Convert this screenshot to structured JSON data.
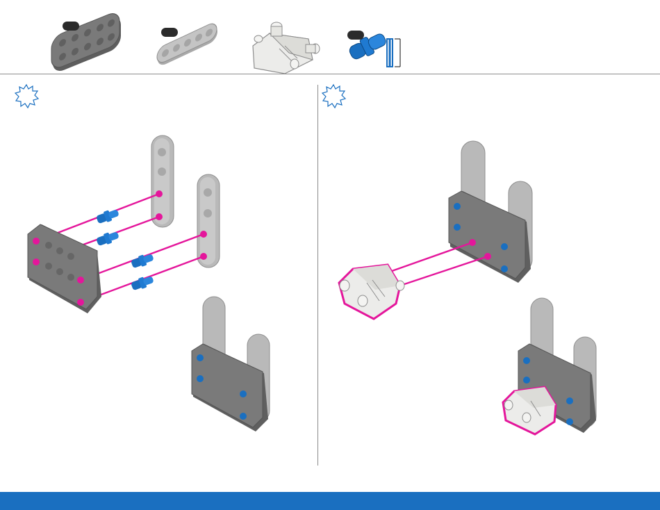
{
  "parts_list": {
    "items": [
      {
        "name": "large-gray-plate",
        "quantity": ""
      },
      {
        "name": "gray-beam",
        "quantity": ""
      },
      {
        "name": "white-corner-connector",
        "quantity": ""
      },
      {
        "name": "blue-connector-pin",
        "quantity": ""
      }
    ]
  },
  "steps": [
    {
      "name": "step-1"
    },
    {
      "name": "step-2"
    }
  ],
  "colors": {
    "accent_magenta": "#e4169b",
    "pin_blue": "#1a6fc0",
    "plate_dark_gray": "#767676",
    "beam_light_gray": "#bdbdbd",
    "connector_white": "#eeeeea",
    "footer_blue": "#1a6fc0",
    "divider_gray": "#8a8a8a"
  }
}
